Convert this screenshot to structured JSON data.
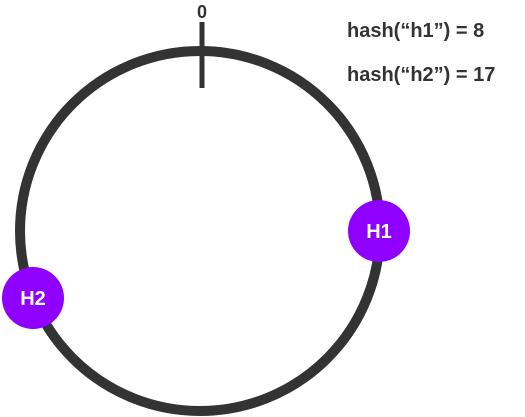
{
  "ring": {
    "zero_label": "0",
    "ring_color": "#333333",
    "node_color": "#8F00FF",
    "node_text_color": "#ffffff"
  },
  "nodes": [
    {
      "label": "H1"
    },
    {
      "label": "H2"
    }
  ],
  "hash_labels": [
    {
      "text": "hash(“h1”) = 8"
    },
    {
      "text": "hash(“h2”) = 17"
    }
  ]
}
